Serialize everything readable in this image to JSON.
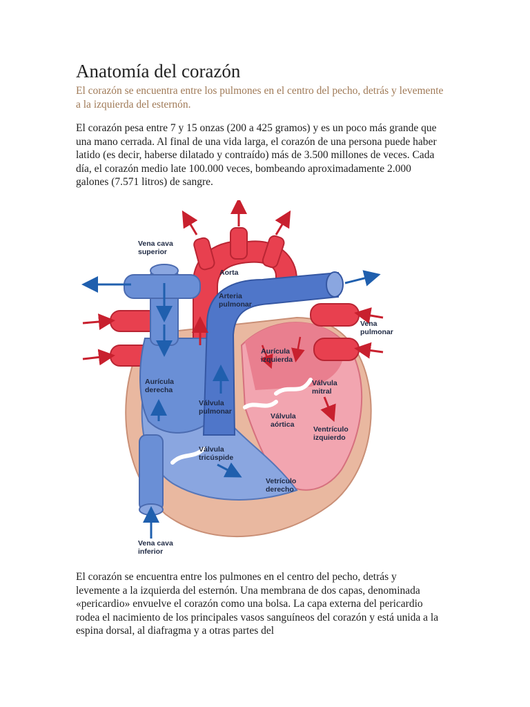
{
  "header": {
    "title": "Anatomía del corazón",
    "subtitle": "El corazón se encuentra entre los pulmones en el centro del pecho, detrás y levemente a la izquierda del esternón."
  },
  "paragraphs": [
    "El corazón pesa entre 7 y 15 onzas (200 a 425 gramos) y es un poco más grande que una mano cerrada. Al final de una vida larga, el corazón de una persona puede haber latido (es decir, haberse dilatado y contraído) más de 3.500 millones de veces. Cada día, el corazón medio late 100.000 veces, bombeando aproximadamente 2.000 galones (7.571 litros) de sangre.",
    "El corazón se encuentra entre los pulmones en el centro del pecho, detrás y levemente a la izquierda del esternón. Una membrana de dos capas, denominada «pericardio» envuelve el corazón como una bolsa. La capa externa del pericardio rodea el nacimiento de los principales vasos sanguíneos del corazón y está unida a la espina dorsal, al diafragma y a otras partes del"
  ],
  "diagram": {
    "labels": {
      "vena_cava_superior": [
        "Vena cava",
        "superior"
      ],
      "aorta": [
        "Aorta"
      ],
      "arteria_pulmonar": [
        "Arteria",
        "pulmonar"
      ],
      "vena_pulmonar": [
        "Vena",
        "pulmonar"
      ],
      "auricula_izquierda": [
        "Aurícula",
        "izquierda"
      ],
      "auricula_derecha": [
        "Aurícula",
        "derecha"
      ],
      "valvula_mitral": [
        "Válvula",
        "mitral"
      ],
      "valvula_pulmonar": [
        "Válvula",
        "pulmonar"
      ],
      "valvula_aortica": [
        "Válvula",
        "aórtica"
      ],
      "ventriculo_izquierdo": [
        "Ventrículo",
        "izquierdo"
      ],
      "valvula_tricuspide": [
        "Válvula",
        "tricúspide"
      ],
      "ventriculo_derecho": [
        "Vetrículo",
        "derecho"
      ],
      "vena_cava_inferior": [
        "Vena cava",
        "inferior"
      ]
    },
    "colors": {
      "oxygenated": "#e8404f",
      "deoxygenated": "#6a8fd6",
      "pericardium": "#e9b8a0",
      "arrow_blue": "#1f5fae",
      "arrow_red": "#c8202e"
    }
  }
}
